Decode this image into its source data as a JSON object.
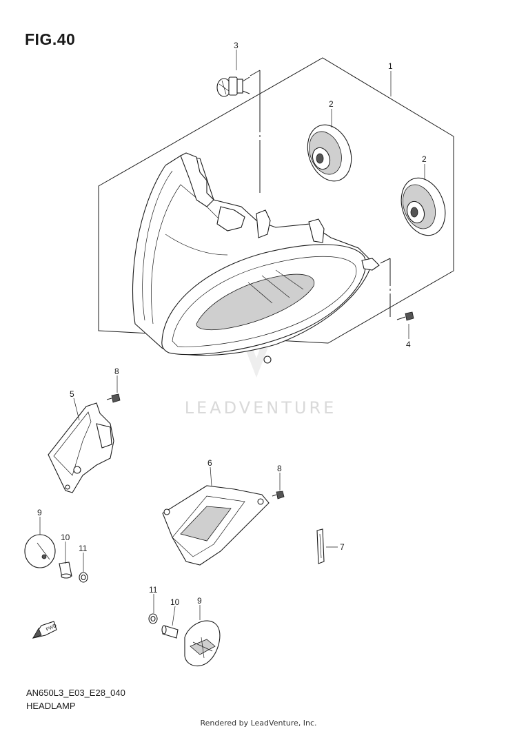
{
  "figure": {
    "title": "FIG.40",
    "code": "AN650L3_E03_E28_040",
    "name": "HEADLAMP"
  },
  "footer": {
    "credit": "Rendered by LeadVenture, Inc."
  },
  "watermark": {
    "text": "LEADVENTURE"
  },
  "direction_marker": {
    "text": "FWD"
  },
  "callouts": [
    {
      "id": "c1",
      "label": "1"
    },
    {
      "id": "c2a",
      "label": "2"
    },
    {
      "id": "c2b",
      "label": "2"
    },
    {
      "id": "c3",
      "label": "3"
    },
    {
      "id": "c4",
      "label": "4"
    },
    {
      "id": "c5",
      "label": "5"
    },
    {
      "id": "c6",
      "label": "6"
    },
    {
      "id": "c7",
      "label": "7"
    },
    {
      "id": "c8a",
      "label": "8"
    },
    {
      "id": "c8b",
      "label": "8"
    },
    {
      "id": "c9a",
      "label": "9"
    },
    {
      "id": "c9b",
      "label": "9"
    },
    {
      "id": "c10a",
      "label": "10"
    },
    {
      "id": "c10b",
      "label": "10"
    },
    {
      "id": "c11a",
      "label": "11"
    },
    {
      "id": "c11b",
      "label": "11"
    }
  ]
}
